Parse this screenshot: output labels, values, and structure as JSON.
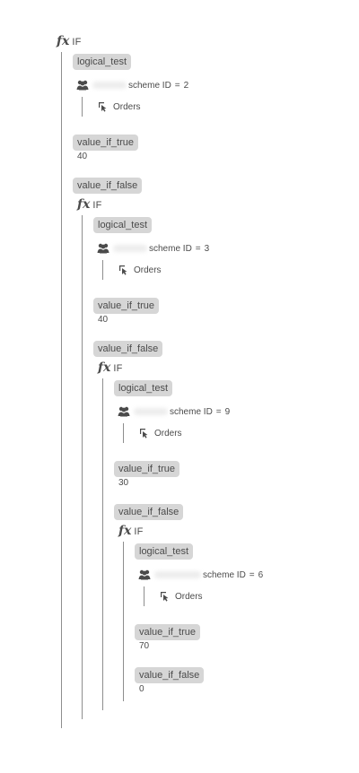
{
  "function_label": "IF",
  "argument_labels": {
    "logical_test": "logical_test",
    "value_if_true": "value_if_true",
    "value_if_false": "value_if_false"
  },
  "levels": [
    {
      "condition": {
        "field_suffix": "scheme ID",
        "operator": "=",
        "value": "2"
      },
      "target_object": "Orders",
      "value_if_true": "40"
    },
    {
      "condition": {
        "field_suffix": "scheme ID",
        "operator": "=",
        "value": "3"
      },
      "target_object": "Orders",
      "value_if_true": "40"
    },
    {
      "condition": {
        "field_suffix": "scheme ID",
        "operator": "=",
        "value": "9"
      },
      "target_object": "Orders",
      "value_if_true": "30"
    },
    {
      "condition": {
        "field_suffix": "scheme ID",
        "operator": "=",
        "value": "6"
      },
      "target_object": "Orders",
      "value_if_true": "70",
      "value_if_false": "0"
    }
  ],
  "icons": {
    "function": "fx-icon",
    "group": "people-group-icon",
    "object": "cursor-select-icon"
  },
  "colors": {
    "chip_background": "#d6d6d6",
    "text": "#4b4b4b",
    "tree_line": "#8e8e8e",
    "background": "#ffffff"
  }
}
